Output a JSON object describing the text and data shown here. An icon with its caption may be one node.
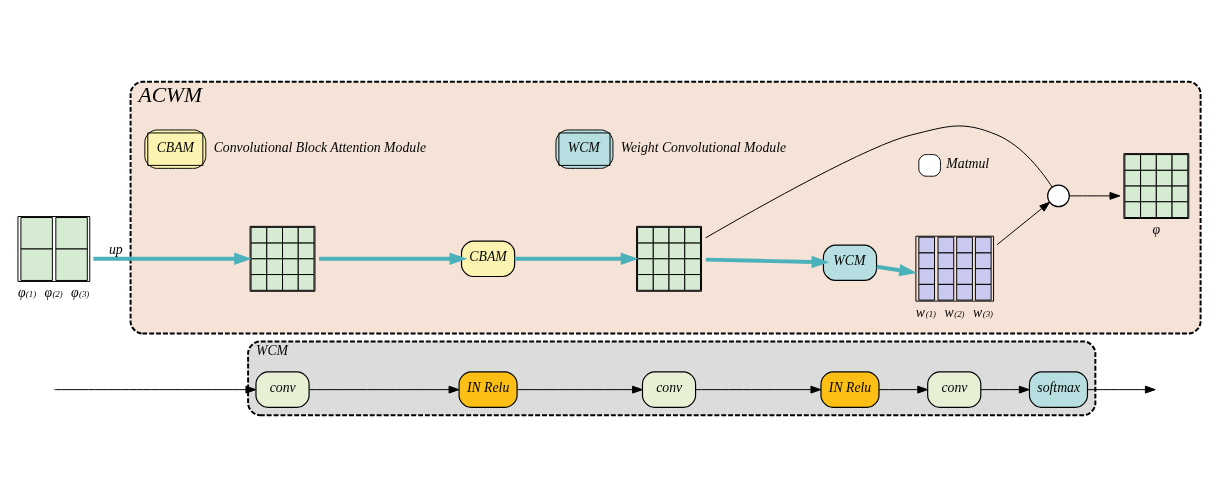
{
  "diagram": {
    "nodes": [
      {
        "text": [
          "ACWM"
        ]
      },
      {
        "text": [],
        "shape": "picture",
        "beside": [
          "φ$^{(1)}$",
          "φ$^{(2)}$",
          "φ$^{(3)}$"
        ]
      },
      {
        "text": [],
        "shape": "picture",
        "in": 0
      },
      {
        "text": [
          "CBAM"
        ],
        "in": 0
      },
      {
        "text": [],
        "shape": "picture",
        "in": 0
      },
      {
        "text": [
          "WCM"
        ],
        "in": 0
      },
      {
        "text": [],
        "shape": "picture",
        "in": 0,
        "beside": [
          "w$^{(1)}$",
          "w$^{(2)}$",
          "w$^{(3)}$"
        ]
      },
      {
        "text": [],
        "shape": "circle",
        "in": 0
      },
      {
        "text": [],
        "shape": "picture",
        "in": 0,
        "beside": [
          "φ"
        ]
      },
      {
        "text": [
          "CBAM"
        ],
        "in": 0,
        "beside": [
          "Convolutional Block Attention Module"
        ]
      },
      {
        "text": [
          "WCM"
        ],
        "in": 0,
        "beside": [
          "Weight Convolutional Module"
        ]
      },
      {
        "text": [],
        "shape": "circle",
        "in": 0,
        "beside": [
          "Matmul"
        ]
      },
      {
        "text": [
          "WCM"
        ]
      },
      {
        "text": [
          "conv"
        ],
        "in": 12
      },
      {
        "text": [
          "IN Relu"
        ],
        "in": 12
      },
      {
        "text": [
          "conv"
        ],
        "in": 12
      },
      {
        "text": [
          "IN Relu"
        ],
        "in": 12
      },
      {
        "text": [
          "conv"
        ],
        "in": 12
      },
      {
        "text": [
          "softmax"
        ],
        "in": 12
      }
    ],
    "edges": [
      {
        "from": 1,
        "to": 2,
        "arrow": "to",
        "label": "up",
        "style": "thick",
        "color": "#4bb1bb"
      },
      {
        "from": 2,
        "to": 3,
        "arrow": "to",
        "style": "thick",
        "color": "#4bb1bb"
      },
      {
        "from": 3,
        "to": 4,
        "arrow": "to",
        "style": "thick",
        "color": "#4bb1bb"
      },
      {
        "from": 4,
        "to": 5,
        "arrow": "to",
        "style": "thick",
        "color": "#4bb1bb"
      },
      {
        "from": 5,
        "to": 6,
        "arrow": "to",
        "style": "thick",
        "color": "#4bb1bb"
      },
      {
        "from": 4,
        "to": 7,
        "arrow": "none"
      },
      {
        "from": 6,
        "to": 7,
        "arrow": "to"
      },
      {
        "from": 7,
        "to": 8,
        "arrow": "to"
      },
      {
        "from": null,
        "to": 13,
        "arrow": "to"
      },
      {
        "from": 13,
        "to": 14,
        "arrow": "to"
      },
      {
        "from": 14,
        "to": 15,
        "arrow": "to"
      },
      {
        "from": 15,
        "to": 16,
        "arrow": "to"
      },
      {
        "from": 16,
        "to": 17,
        "arrow": "to"
      },
      {
        "from": 17,
        "to": 18,
        "arrow": "to"
      },
      {
        "from": 18,
        "to": null,
        "arrow": "to"
      }
    ]
  }
}
